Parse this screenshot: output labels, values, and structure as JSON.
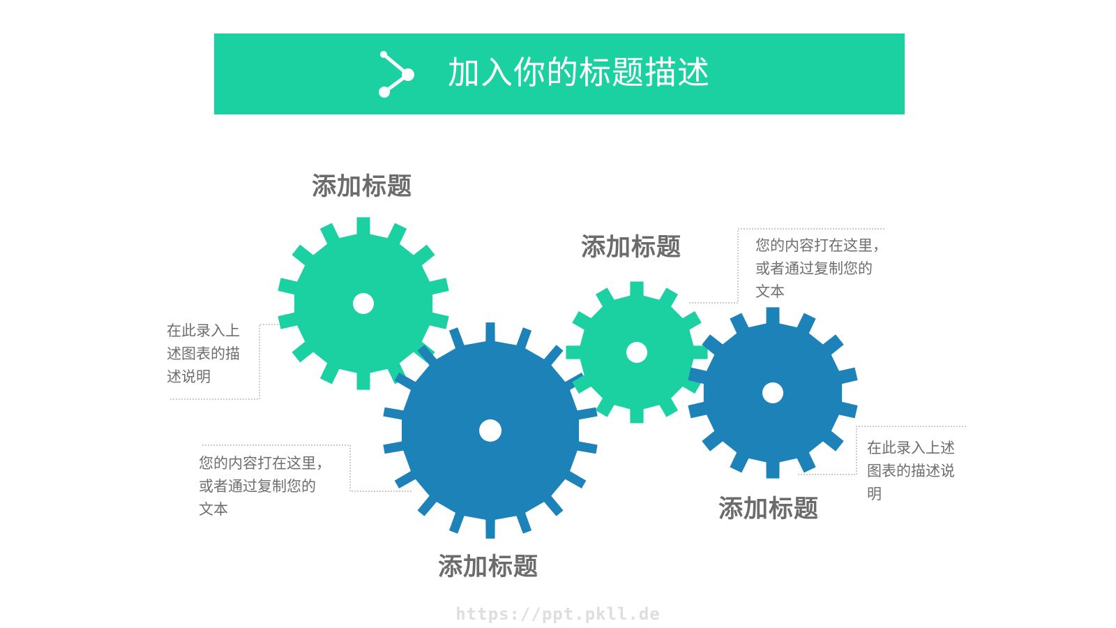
{
  "header": {
    "title": "加入你的标题描述",
    "icon": "share-nodes-icon",
    "background": "#1bd1a2"
  },
  "colors": {
    "accent_green": "#1bd1a2",
    "accent_blue": "#1d82b8",
    "text_gray": "#6b6b6b",
    "line_gray": "#9a9a9a"
  },
  "gears": [
    {
      "title": "添加标题",
      "color": "#1bd1a2"
    },
    {
      "title": "添加标题",
      "color": "#1d82b8"
    },
    {
      "title": "添加标题",
      "color": "#1bd1a2"
    },
    {
      "title": "添加标题",
      "color": "#1d82b8"
    }
  ],
  "descriptions": [
    {
      "text": "在此录入上\n述图表的描\n述说明"
    },
    {
      "text": "您的内容打在这里，\n或者通过复制您的\n文本"
    },
    {
      "text": "您的内容打在这里，\n或者通过复制您的\n文本"
    },
    {
      "text": "在此录入上述\n图表的描述说\n明"
    }
  ],
  "watermark": "https://ppt.pkll.de"
}
